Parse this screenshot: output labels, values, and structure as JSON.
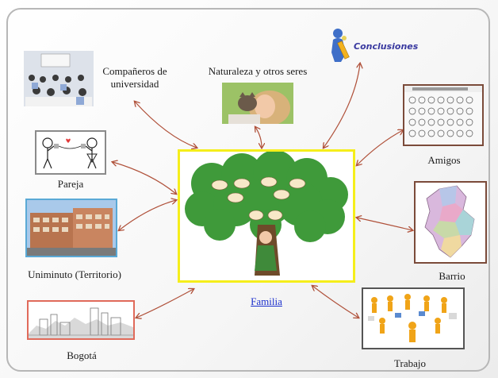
{
  "nodes": {
    "companeros_line1": "Compañeros de",
    "companeros_line2": "universidad",
    "naturaleza": "Naturaleza y otros seres",
    "conclusiones": "Conclusiones",
    "pareja": "Pareja",
    "amigos": "Amigos",
    "uniminuto": "Uniminuto (Territorio)",
    "barrio": "Barrio",
    "familia": "Familia",
    "bogota": "Bogotá",
    "trabajo": "Trabajo"
  },
  "images": {
    "companeros": "classroom-photo",
    "naturaleza": "woman-with-cat-photo",
    "conclusiones": "person-with-pencil-icon",
    "pareja": "couple-with-cans-drawing",
    "amigos": "faces-grid-image",
    "uniminuto": "university-building-photo",
    "barrio": "district-map-image",
    "familia": "family-tree-drawing",
    "bogota": "city-skyline-sketch",
    "trabajo": "teamwork-figures-image"
  },
  "colors": {
    "arrow": "#b0513a",
    "center_border": "#f5ee1b",
    "link": "#1a2ecc",
    "tree_green": "#3f9a3a"
  }
}
